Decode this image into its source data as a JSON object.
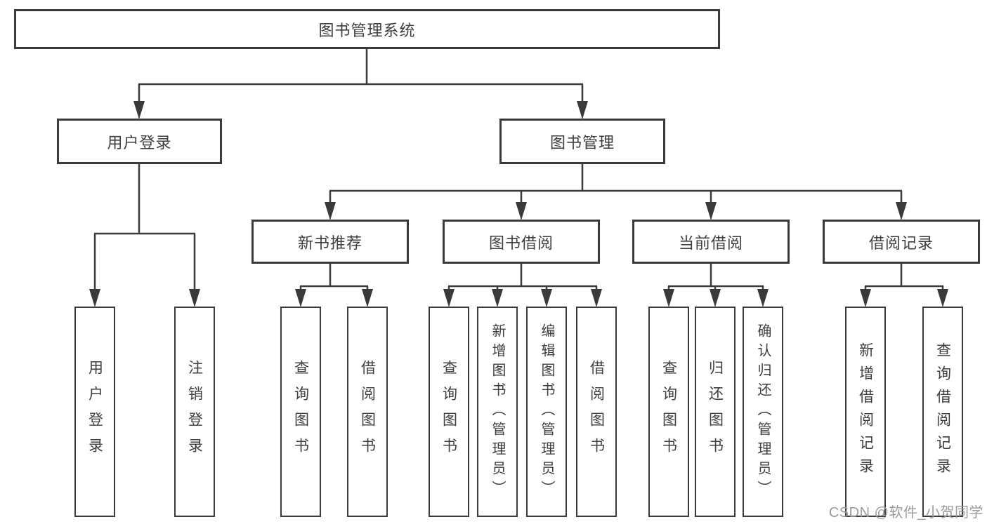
{
  "tree": {
    "root": {
      "label": "图书管理系统"
    },
    "level2": [
      {
        "label": "用户登录"
      },
      {
        "label": "图书管理"
      }
    ],
    "level3": [
      {
        "label": "新书推荐"
      },
      {
        "label": "图书借阅"
      },
      {
        "label": "当前借阅"
      },
      {
        "label": "借阅记录"
      }
    ],
    "leaves": {
      "user_login": [
        {
          "label": "用户登录"
        },
        {
          "label": "注销登录"
        }
      ],
      "new_books": [
        {
          "label": "查询图书"
        },
        {
          "label": "借阅图书"
        }
      ],
      "book_borrow": [
        {
          "label": "查询图书"
        },
        {
          "label": "新增图书（管理员）"
        },
        {
          "label": "编辑图书（管理员）"
        },
        {
          "label": "借阅图书"
        }
      ],
      "current_borrow": [
        {
          "label": "查询图书"
        },
        {
          "label": "归还图书"
        },
        {
          "label": "确认归还（管理员）"
        }
      ],
      "borrow_records": [
        {
          "label": "新增借阅记录"
        },
        {
          "label": "查询借阅记录"
        }
      ]
    }
  },
  "watermark": {
    "text": "CSDN @软件_小贺同学"
  },
  "colors": {
    "line": "#3a3a3a",
    "text": "#3d3d3d",
    "watermark": "#9b9b9f",
    "background": "#ffffff"
  }
}
